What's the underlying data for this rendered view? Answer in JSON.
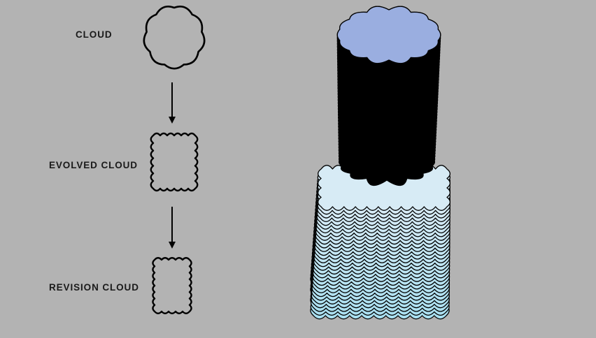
{
  "labels": {
    "cloud": "CLOUD",
    "evolved_cloud": "EVOLVED CLOUD",
    "revision_cloud": "REVISION CLOUD"
  },
  "colors": {
    "background": "#b3b3b3",
    "outline": "#000000",
    "tower_top": "#9aaee0",
    "tower_bottom": "#a9dff0",
    "lower_cap": "#dcecf6"
  }
}
